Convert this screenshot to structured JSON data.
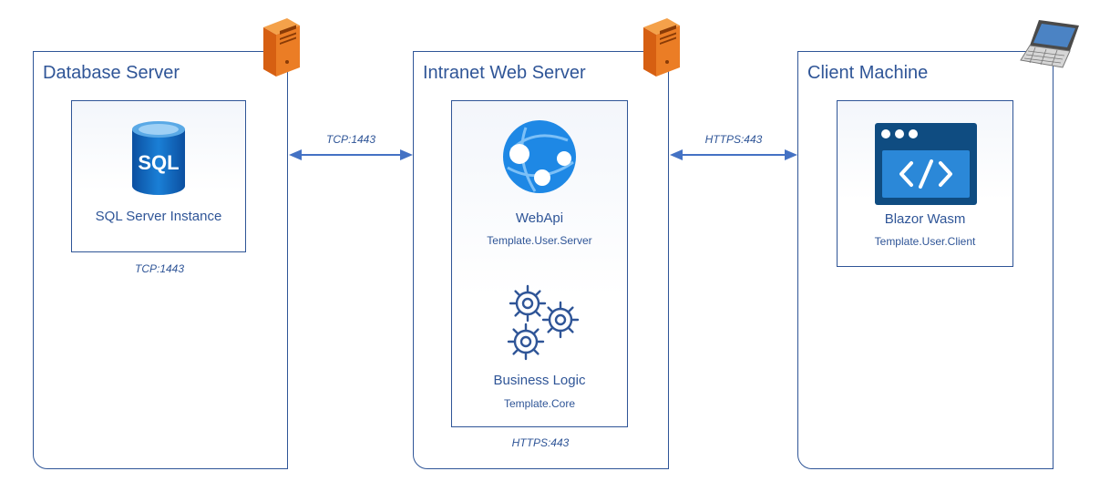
{
  "colors": {
    "primary": "#2f5597",
    "icon_blue": "#0f6cbd",
    "server_orange": "#e8761f"
  },
  "servers": {
    "database": {
      "title": "Database Server",
      "icon": "server-tower-icon",
      "components": [
        {
          "name": "SQL Server Instance",
          "icon": "sql-database-icon",
          "icon_text": "SQL"
        }
      ],
      "bottom_label": "TCP:1443"
    },
    "web": {
      "title": "Intranet Web Server",
      "icon": "server-tower-icon",
      "components": [
        {
          "name": "WebApi",
          "subtitle": "Template.User.Server",
          "icon": "web-app-icon"
        },
        {
          "name": "Business Logic",
          "subtitle": "Template.Core",
          "icon": "gears-icon"
        }
      ],
      "bottom_label": "HTTPS:443"
    },
    "client": {
      "title": "Client Machine",
      "icon": "laptop-icon",
      "components": [
        {
          "name": "Blazor Wasm",
          "subtitle": "Template.User.Client",
          "icon": "code-window-icon"
        }
      ]
    }
  },
  "connections": [
    {
      "label": "TCP:1443",
      "from": "Database Server",
      "to": "Intranet Web Server"
    },
    {
      "label": "HTTPS:443",
      "from": "Intranet Web Server",
      "to": "Client Machine"
    }
  ]
}
